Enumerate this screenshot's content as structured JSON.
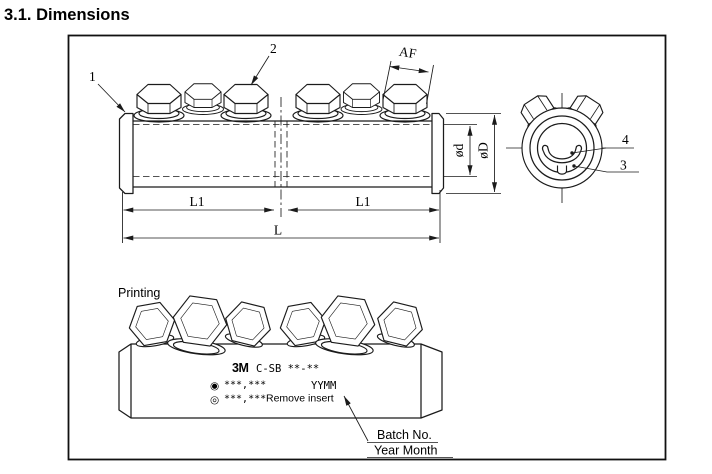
{
  "page": {
    "title": "3.1. Dimensions"
  },
  "drawing": {
    "callouts": {
      "c1": "1",
      "c2": "2",
      "c3": "3",
      "c4": "4"
    },
    "dimensions": {
      "af": "AF",
      "l1_left": "L1",
      "l1_right": "L1",
      "l": "L",
      "d_inner": "ød",
      "d_outer": "øD"
    },
    "printing": {
      "label": "Printing",
      "brand": "3M",
      "model": "C-SB **-**",
      "symbol_filled": "◉",
      "symbol_open": "◎",
      "line2_left": "***,***",
      "line2_right": "YYMM",
      "line3_left": "***,***",
      "line3_right": "Remove insert",
      "batch_label": "Batch No.",
      "year_label": "Year Month"
    }
  },
  "colors": {
    "line": "#1b1b1b",
    "text": "#000000",
    "background": "#ffffff"
  }
}
